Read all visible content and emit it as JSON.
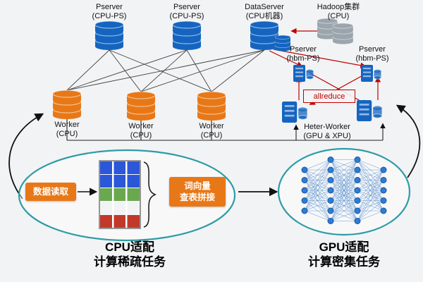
{
  "top_servers": [
    {
      "name": "Pserver",
      "sub": "(CPU-PS)"
    },
    {
      "name": "Pserver",
      "sub": "(CPU-PS)"
    },
    {
      "name": "DataServer",
      "sub": "(CPU机器)"
    },
    {
      "name": "Hadoop集群",
      "sub": "(CPU)"
    }
  ],
  "workers": [
    {
      "name": "Worker",
      "sub": "(CPU)"
    },
    {
      "name": "Worker",
      "sub": "(CPU)"
    },
    {
      "name": "Worker",
      "sub": "(CPU)"
    }
  ],
  "hbm_servers": [
    {
      "name": "Pserver",
      "sub": "(hbm-PS)"
    },
    {
      "name": "Pserver",
      "sub": "(hbm-PS)"
    }
  ],
  "allreduce_label": "allreduce",
  "heter_worker": {
    "name": "Heter-Worker",
    "sub": "(GPU & XPU)"
  },
  "pipeline": {
    "read_label": "数据读取",
    "embed_line1": "词向量",
    "embed_line2": "查表拼接"
  },
  "captions": {
    "cpu_line1": "CPU适配",
    "cpu_line2": "计算稀疏任务",
    "gpu_line1": "GPU适配",
    "gpu_line2": "计算密集任务"
  },
  "colors": {
    "server_blue": "#1565c0",
    "worker_orange": "#e87817",
    "hadoop_gray": "#9aa5ad",
    "ellipse_teal": "#2e9ca6",
    "arrow_red": "#c00000",
    "box_orange": "#e87817"
  }
}
